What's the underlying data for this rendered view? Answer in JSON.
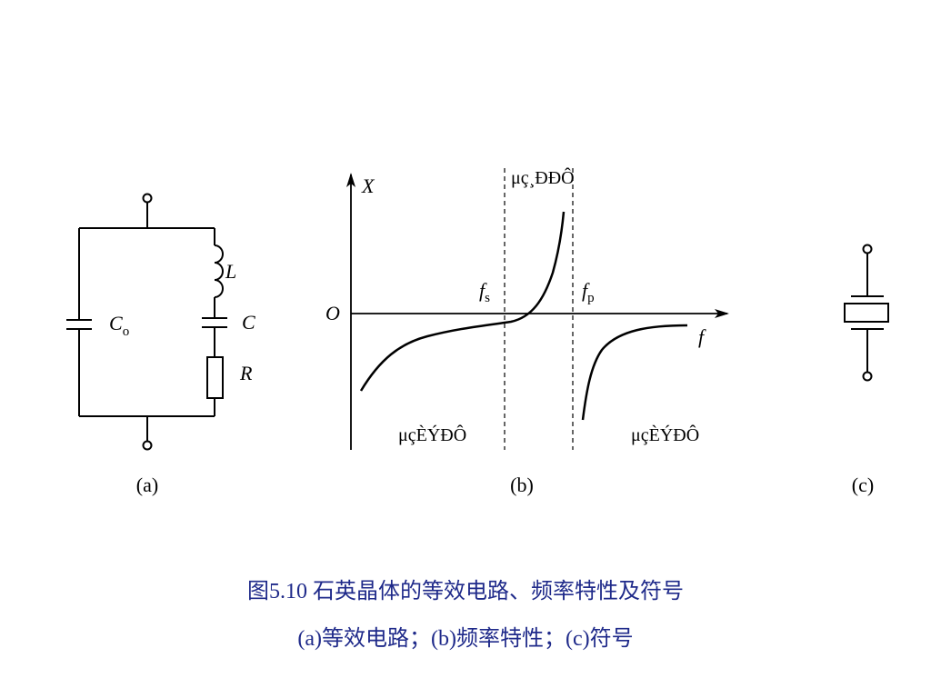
{
  "panel_a": {
    "label": "(a)",
    "components": {
      "Co_main": "C",
      "Co_sub": "o",
      "L": "L",
      "C": "C",
      "R": "R"
    }
  },
  "panel_b": {
    "label": "(b)",
    "axis_y": "X",
    "axis_x": "f",
    "origin": "O",
    "fs_main": "f",
    "fs_sub": "s",
    "fp_main": "f",
    "fp_sub": "p",
    "region_top": "μç¸ÐÐÔ",
    "region_left": "μçÈÝÐÔ",
    "region_right": "μçÈÝÐÔ"
  },
  "panel_c": {
    "label": "(c)"
  },
  "caption": {
    "line1": "图5.10  石英晶体的等效电路、频率特性及符号",
    "line2": "(a)等效电路；(b)频率特性；(c)符号"
  },
  "colors": {
    "line": "#000000",
    "caption": "#1f2a8a"
  }
}
